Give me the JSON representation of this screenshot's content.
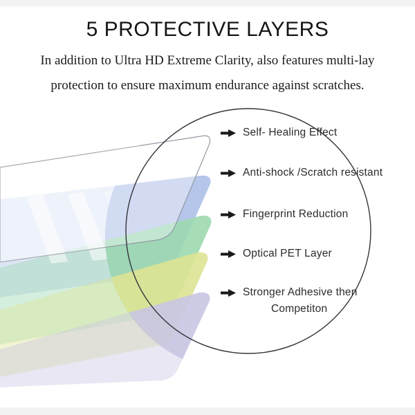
{
  "header": {
    "title": "5 PROTECTIVE LAYERS",
    "subtitle_line1": "In addition to Ultra HD Extreme Clarity, also features multi-lay",
    "subtitle_line2": "protection to ensure maximum endurance against scratches."
  },
  "diagram": {
    "labels": [
      {
        "text": "Self- Healing Effect"
      },
      {
        "text": "Anti-shock /Scratch resistant"
      },
      {
        "text": "Fingerprint Reduction"
      },
      {
        "text": "Optical PET Layer"
      },
      {
        "text": "Stronger Adhesive then",
        "text_line2": "Competiton"
      }
    ],
    "layer_colors": {
      "anti_shock_blue": "#aec0e8",
      "fingerprint_green": "#9cd8b0",
      "optical_pet_yellow": "#dde394",
      "adhesive_lavender": "#c9c5e3"
    },
    "outline_color": "#33343a"
  }
}
